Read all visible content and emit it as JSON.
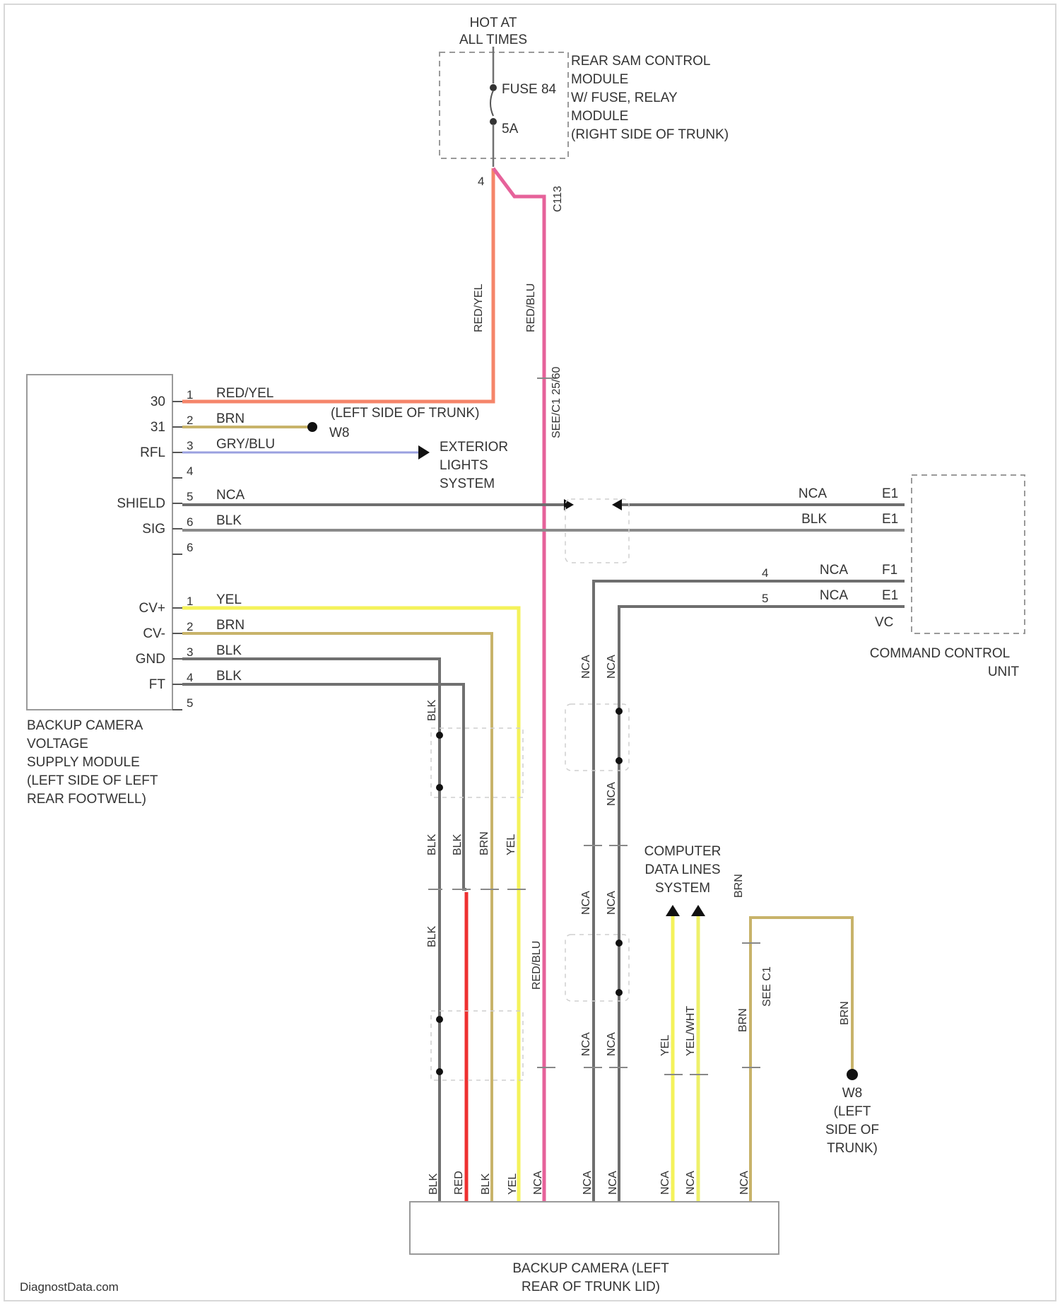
{
  "colors": {
    "red_yel": "#f5856a",
    "red_blu": "#e6629a",
    "red": "#ee3030",
    "brn": "#c8b36a",
    "gry_blu": "#9aa0e0",
    "blk": "#707070",
    "nca": "#6e6e6e",
    "yel": "#f4f25a",
    "yel_wht": "#eef06a"
  },
  "fuse_block": {
    "hot_label": [
      "HOT AT",
      "ALL TIMES"
    ],
    "fuse_label": "FUSE 84",
    "fuse_rating": "5A",
    "module_label": [
      "REAR SAM CONTROL",
      "MODULE",
      "W/ FUSE, RELAY",
      "MODULE",
      "(RIGHT SIDE OF TRUNK)"
    ],
    "pin_left": "4",
    "conn_right": "C113"
  },
  "supply_module": {
    "name_lines": [
      "BACKUP CAMERA",
      "VOLTAGE",
      "SUPPLY MODULE",
      "(LEFT SIDE OF LEFT",
      "REAR FOOTWELL)"
    ],
    "pins_top": [
      {
        "label": "30",
        "num": "1",
        "wire": "RED/YEL"
      },
      {
        "label": "31",
        "num": "2",
        "wire": "BRN"
      },
      {
        "label": "RFL",
        "num": "3",
        "wire": "GRY/BLU"
      },
      {
        "label": "",
        "num": "4",
        "wire": ""
      },
      {
        "label": "SHIELD",
        "num": "5",
        "wire": "NCA"
      },
      {
        "label": "SIG",
        "num": "6",
        "wire": "BLK"
      },
      {
        "label": "",
        "num": "6",
        "wire": ""
      }
    ],
    "pins_bottom": [
      {
        "label": "CV+",
        "num": "1",
        "wire": "YEL"
      },
      {
        "label": "CV-",
        "num": "2",
        "wire": "BRN"
      },
      {
        "label": "GND",
        "num": "3",
        "wire": "BLK"
      },
      {
        "label": "FT",
        "num": "4",
        "wire": "BLK"
      },
      {
        "label": "",
        "num": "5",
        "wire": ""
      }
    ]
  },
  "labels": {
    "left_side_trunk": "(LEFT SIDE OF TRUNK)",
    "ground_w8": "W8",
    "exterior_lights": [
      "EXTERIOR",
      "LIGHTS",
      "SYSTEM"
    ],
    "computer_data": [
      "COMPUTER",
      "DATA LINES",
      "SYSTEM"
    ],
    "red_yel_vert": "RED/YEL",
    "red_blu_vert": "RED/BLU",
    "conn_hood": "SEE/C1 25/60",
    "ground_w8_bottom": [
      "W8",
      "(LEFT",
      "SIDE OF",
      "TRUNK)"
    ],
    "brn_vert": "BRN"
  },
  "command_unit": {
    "name_lines": [
      "COMMAND CONTROL",
      "UNIT"
    ],
    "pins": [
      {
        "pin": "E1",
        "wire": "NCA"
      },
      {
        "pin": "E1",
        "wire": "BLK"
      },
      {
        "pin": "F1",
        "wire": "NCA",
        "conn": "4"
      },
      {
        "pin": "E1",
        "wire": "NCA",
        "conn": "5"
      }
    ],
    "vc": "VC"
  },
  "camera": {
    "name_lines": [
      "BACKUP CAMERA (LEFT",
      "REAR OF TRUNK LID)"
    ],
    "wire_labels": [
      "BLK",
      "RED",
      "BLK",
      "YEL",
      "NCA",
      "NCA",
      "NCA",
      "NCA",
      "NCA",
      "NCA"
    ]
  },
  "vertical_labels": {
    "col1": [
      "BLK",
      "BLK",
      "BLK"
    ],
    "col2": "BLK",
    "col3": "BRN",
    "col4": "YEL",
    "col5": "RED/BLU",
    "col6": [
      "NCA",
      "NCA",
      "NCA"
    ],
    "col7": [
      "NCA",
      "NCA",
      "NCA",
      "NCA"
    ],
    "yel": "YEL",
    "yel_wht": "YEL/WHT",
    "brn": "BRN",
    "brn_conn": "SEE C1"
  },
  "footer": "DiagnostData.com"
}
